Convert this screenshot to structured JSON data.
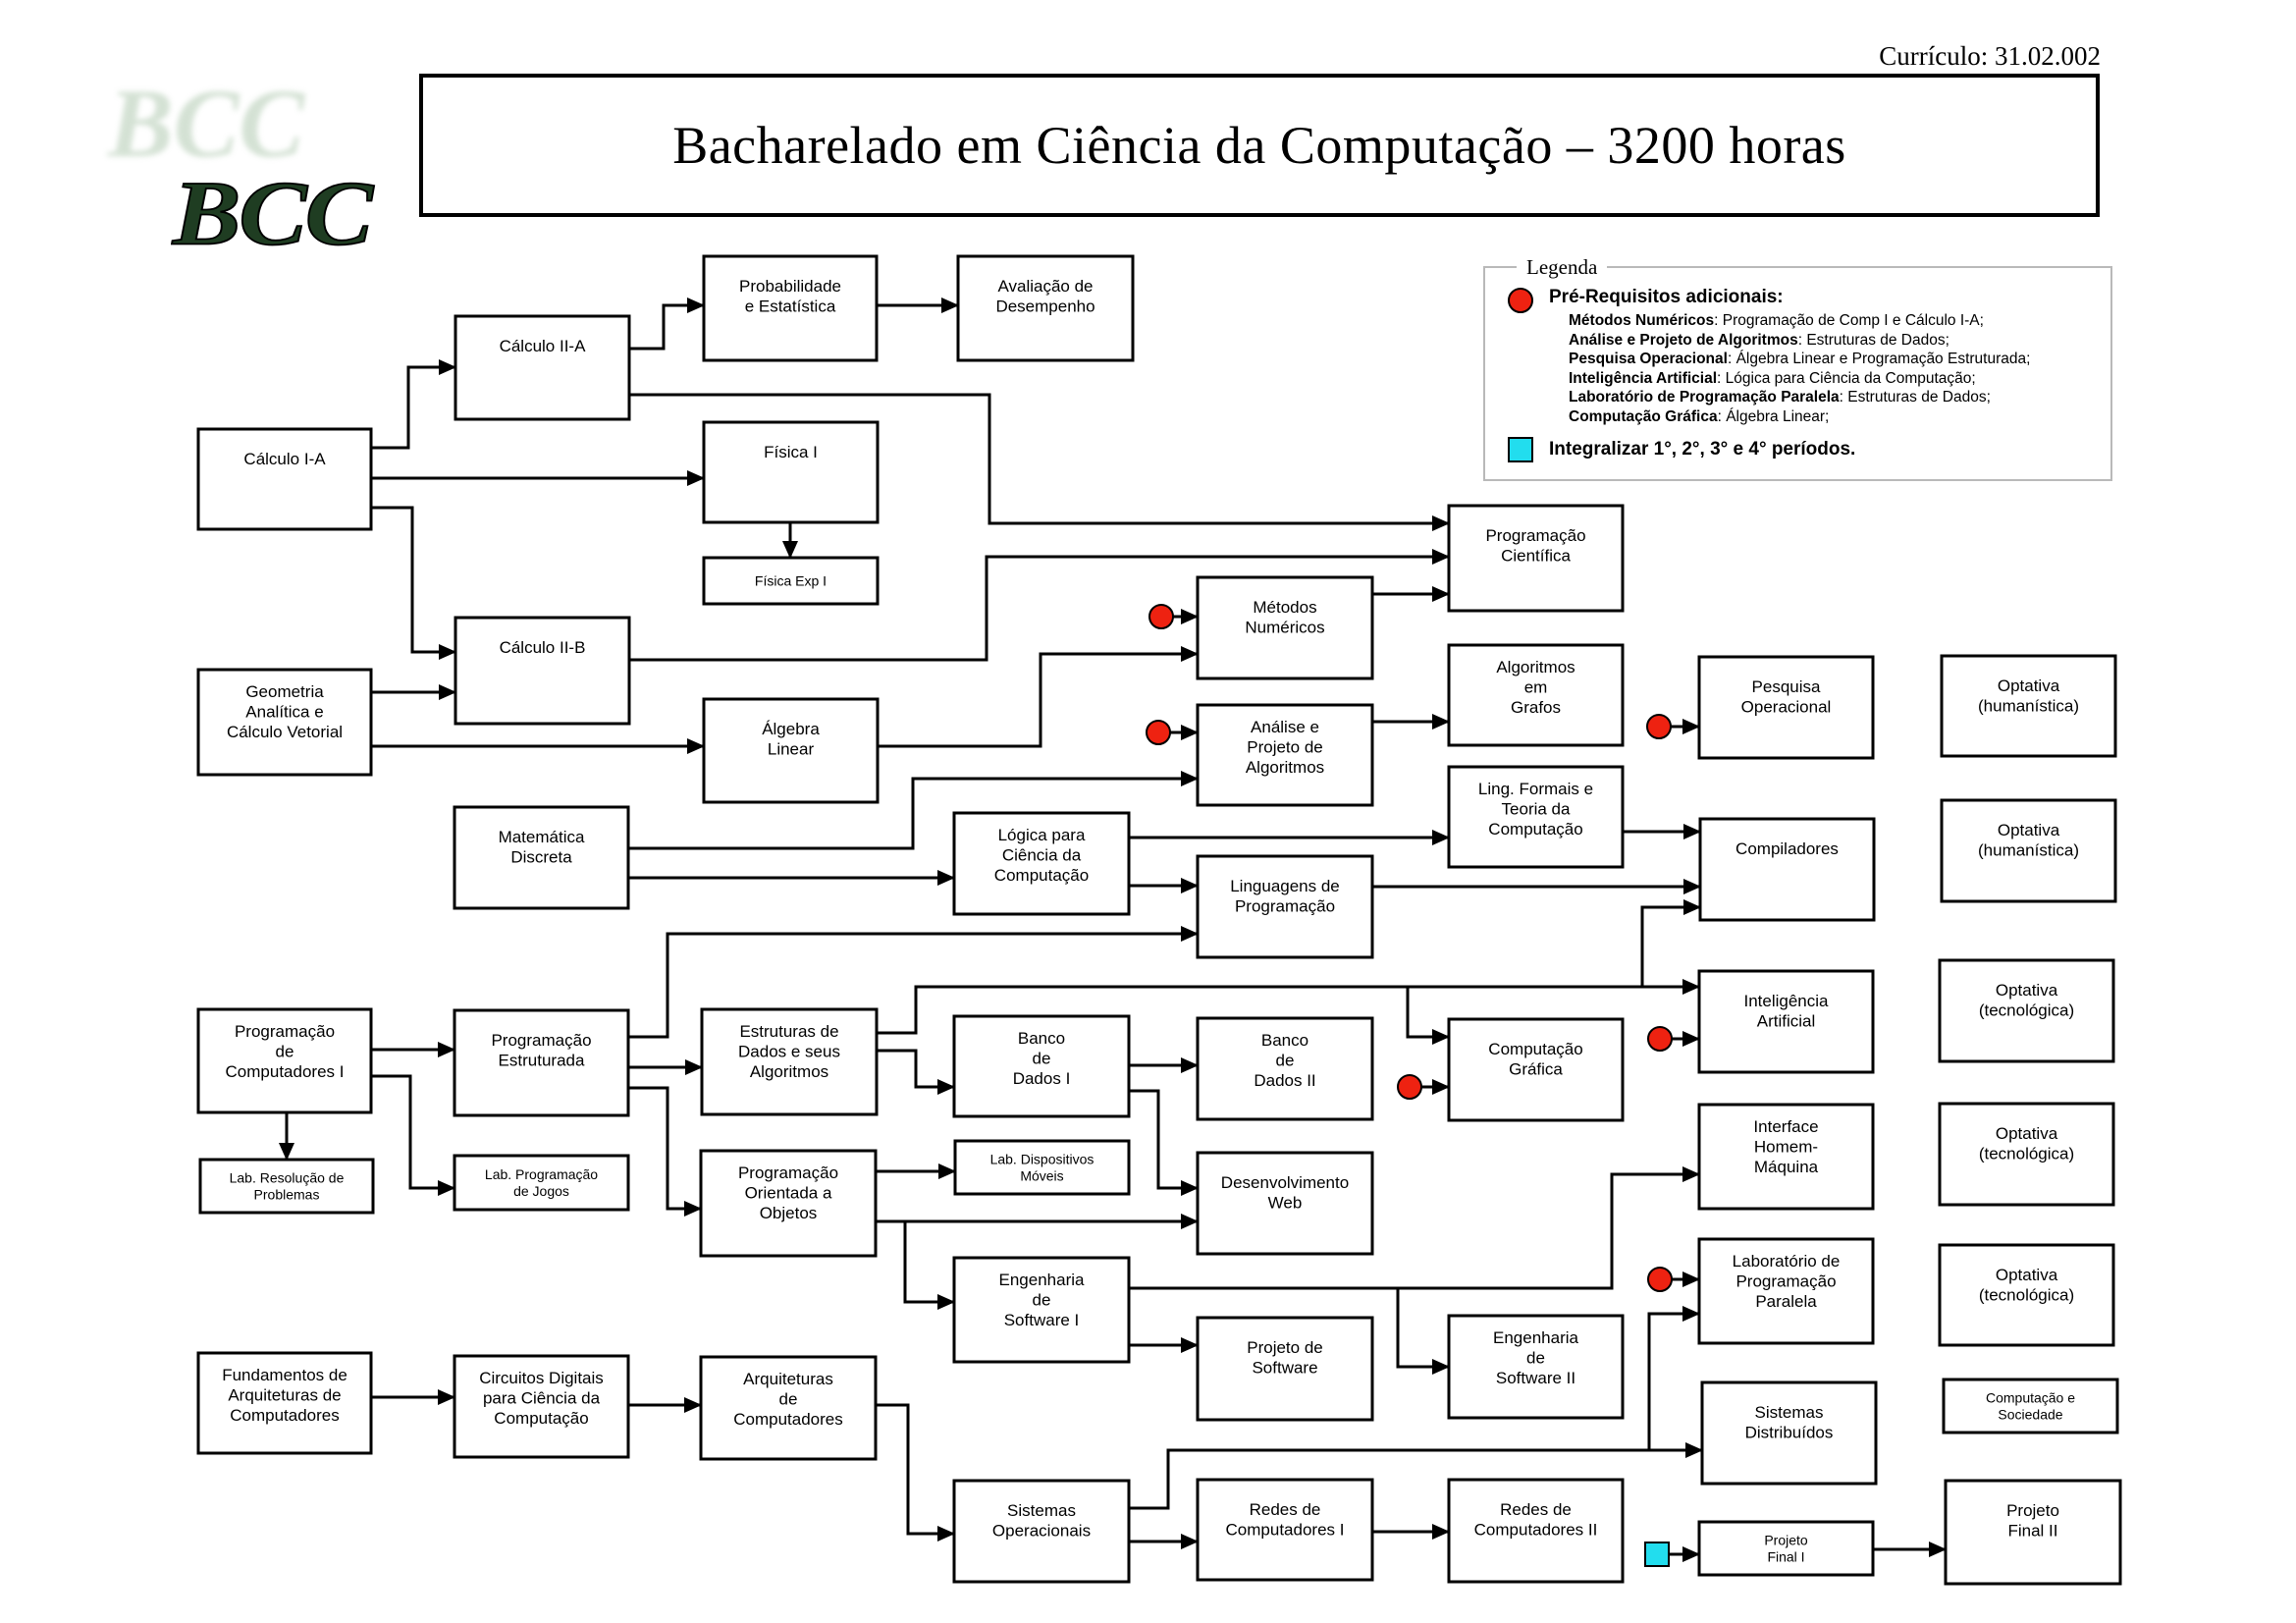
{
  "curriculo": "Currículo: 31.02.002",
  "logo": "BCC",
  "title": "Bacharelado em Ciência da Computação – 3200 horas",
  "legend": {
    "title": "Legenda",
    "prereq_heading": "Pré-Requisitos adicionais:",
    "prereq_items": [
      {
        "course": "Métodos Numéricos",
        "requires": ": Programação de Comp I e Cálculo I-A;"
      },
      {
        "course": "Análise e Projeto de Algoritmos",
        "requires": ": Estruturas de Dados;"
      },
      {
        "course": "Pesquisa Operacional",
        "requires": ": Álgebra Linear e Programação Estruturada;"
      },
      {
        "course": "Inteligência Artificial",
        "requires": ": Lógica para Ciência da Computação;"
      },
      {
        "course": "Laboratório de Programação Paralela",
        "requires": ": Estruturas de Dados;"
      },
      {
        "course": "Computação Gráfica",
        "requires": ": Álgebra Linear;"
      }
    ],
    "integralizar": "Integralizar 1°, 2°, 3° e 4° períodos.",
    "colors": {
      "prereq_marker": "#ee2211",
      "integralizar_marker": "#22ddee"
    }
  },
  "courses": [
    {
      "id": "calculo-i-a",
      "lines": [
        "Cálculo I-A"
      ]
    },
    {
      "id": "calculo-ii-a",
      "lines": [
        "Cálculo II-A"
      ]
    },
    {
      "id": "probabilidade",
      "lines": [
        "Probabilidade",
        "e Estatística"
      ]
    },
    {
      "id": "avaliacao",
      "lines": [
        "Avaliação de",
        "Desempenho"
      ]
    },
    {
      "id": "fisica-i",
      "lines": [
        "Física I"
      ]
    },
    {
      "id": "fisica-exp-i",
      "lines": [
        "Física Exp I"
      ]
    },
    {
      "id": "calculo-ii-b",
      "lines": [
        "Cálculo II-B"
      ]
    },
    {
      "id": "geometria",
      "lines": [
        "Geometria",
        "Analítica e",
        "Cálculo Vetorial"
      ]
    },
    {
      "id": "algebra-linear",
      "lines": [
        "Álgebra",
        "Linear"
      ]
    },
    {
      "id": "programacao-cientifica",
      "lines": [
        "Programação",
        "Científica"
      ]
    },
    {
      "id": "metodos-numericos",
      "lines": [
        "Métodos",
        "Numéricos"
      ]
    },
    {
      "id": "analise-projeto-algoritmos",
      "lines": [
        "Análise e",
        "Projeto de",
        "Algoritmos"
      ]
    },
    {
      "id": "algoritmos-grafos",
      "lines": [
        "Algoritmos",
        "em",
        "Grafos"
      ]
    },
    {
      "id": "pesquisa-operacional",
      "lines": [
        "Pesquisa",
        "Operacional"
      ]
    },
    {
      "id": "optativa-humanistica-1",
      "lines": [
        "Optativa",
        "(humanística)"
      ]
    },
    {
      "id": "matematica-discreta",
      "lines": [
        "Matemática",
        "Discreta"
      ]
    },
    {
      "id": "logica",
      "lines": [
        "Lógica para",
        "Ciência da",
        "Computação"
      ]
    },
    {
      "id": "ling-formais",
      "lines": [
        "Ling. Formais e",
        "Teoria da",
        "Computação"
      ]
    },
    {
      "id": "linguagens-programacao",
      "lines": [
        "Linguagens de",
        "Programação"
      ]
    },
    {
      "id": "compiladores",
      "lines": [
        "Compiladores"
      ]
    },
    {
      "id": "optativa-humanistica-2",
      "lines": [
        "Optativa",
        "(humanística)"
      ]
    },
    {
      "id": "programacao-computadores-i",
      "lines": [
        "Programação",
        "de",
        "Computadores I"
      ]
    },
    {
      "id": "programacao-estruturada",
      "lines": [
        "Programação",
        "Estruturada"
      ]
    },
    {
      "id": "estruturas-dados",
      "lines": [
        "Estruturas de",
        "Dados e seus",
        "Algoritmos"
      ]
    },
    {
      "id": "banco-dados-i",
      "lines": [
        "Banco",
        "de",
        "Dados I"
      ]
    },
    {
      "id": "banco-dados-ii",
      "lines": [
        "Banco",
        "de",
        "Dados II"
      ]
    },
    {
      "id": "computacao-grafica",
      "lines": [
        "Computação",
        "Gráfica"
      ]
    },
    {
      "id": "inteligencia-artificial",
      "lines": [
        "Inteligência",
        "Artificial"
      ]
    },
    {
      "id": "optativa-tecnologica-1",
      "lines": [
        "Optativa",
        "(tecnológica)"
      ]
    },
    {
      "id": "lab-resolucao",
      "lines": [
        "Lab. Resolução de",
        "Problemas"
      ]
    },
    {
      "id": "lab-jogos",
      "lines": [
        "Lab. Programação",
        "de Jogos"
      ]
    },
    {
      "id": "poo",
      "lines": [
        "Programação",
        "Orientada a",
        "Objetos"
      ]
    },
    {
      "id": "lab-dispositivos",
      "lines": [
        "Lab. Dispositivos",
        "Móveis"
      ]
    },
    {
      "id": "desenvolvimento-web",
      "lines": [
        "Desenvolvimento",
        "Web"
      ]
    },
    {
      "id": "interface-homem-maquina",
      "lines": [
        "Interface",
        "Homem-",
        "Máquina"
      ]
    },
    {
      "id": "optativa-tecnologica-2",
      "lines": [
        "Optativa",
        "(tecnológica)"
      ]
    },
    {
      "id": "engenharia-software-i",
      "lines": [
        "Engenharia",
        "de",
        "Software I"
      ]
    },
    {
      "id": "projeto-software",
      "lines": [
        "Projeto de",
        "Software"
      ]
    },
    {
      "id": "engenharia-software-ii",
      "lines": [
        "Engenharia",
        "de",
        "Software II"
      ]
    },
    {
      "id": "lab-programacao-paralela",
      "lines": [
        "Laboratório de",
        "Programação",
        "Paralela"
      ]
    },
    {
      "id": "optativa-tecnologica-3",
      "lines": [
        "Optativa",
        "(tecnológica)"
      ]
    },
    {
      "id": "fundamentos-arquiteturas",
      "lines": [
        "Fundamentos de",
        "Arquiteturas  de",
        "Computadores"
      ]
    },
    {
      "id": "circuitos-digitais",
      "lines": [
        "Circuitos Digitais",
        "para Ciência da",
        "Computação"
      ]
    },
    {
      "id": "arquiteturas",
      "lines": [
        "Arquiteturas",
        "de",
        "Computadores"
      ]
    },
    {
      "id": "sistemas-distribuidos",
      "lines": [
        "Sistemas",
        "Distribuídos"
      ]
    },
    {
      "id": "computacao-sociedade",
      "lines": [
        "Computação e",
        "Sociedade"
      ]
    },
    {
      "id": "sistemas-operacionais",
      "lines": [
        "Sistemas",
        "Operacionais"
      ]
    },
    {
      "id": "redes-i",
      "lines": [
        "Redes de",
        "Computadores I"
      ]
    },
    {
      "id": "redes-ii",
      "lines": [
        "Redes de",
        "Computadores II"
      ]
    },
    {
      "id": "projeto-final-i",
      "lines": [
        "Projeto",
        "Final I"
      ]
    },
    {
      "id": "projeto-final-ii",
      "lines": [
        "Projeto",
        "Final II"
      ]
    }
  ],
  "edges": [
    {
      "from": "calculo-i-a",
      "to": "calculo-ii-a"
    },
    {
      "from": "calculo-i-a",
      "to": "fisica-i"
    },
    {
      "from": "calculo-i-a",
      "to": "calculo-ii-b"
    },
    {
      "from": "calculo-ii-a",
      "to": "probabilidade"
    },
    {
      "from": "calculo-ii-a",
      "to": "programacao-cientifica"
    },
    {
      "from": "probabilidade",
      "to": "avaliacao"
    },
    {
      "from": "fisica-i",
      "to": "fisica-exp-i"
    },
    {
      "from": "calculo-ii-b",
      "to": "programacao-cientifica"
    },
    {
      "from": "geometria",
      "to": "calculo-ii-b"
    },
    {
      "from": "geometria",
      "to": "algebra-linear"
    },
    {
      "from": "algebra-linear",
      "to": "metodos-numericos"
    },
    {
      "from": "metodos-numericos",
      "to": "programacao-cientifica"
    },
    {
      "from": "analise-projeto-algoritmos",
      "to": "algoritmos-grafos"
    },
    {
      "from": "matematica-discreta",
      "to": "analise-projeto-algoritmos"
    },
    {
      "from": "matematica-discreta",
      "to": "logica"
    },
    {
      "from": "logica",
      "to": "ling-formais"
    },
    {
      "from": "logica",
      "to": "linguagens-programacao"
    },
    {
      "from": "ling-formais",
      "to": "compiladores"
    },
    {
      "from": "linguagens-programacao",
      "to": "compiladores"
    },
    {
      "from": "programacao-computadores-i",
      "to": "programacao-estruturada"
    },
    {
      "from": "programacao-computadores-i",
      "to": "lab-resolucao"
    },
    {
      "from": "programacao-computadores-i",
      "to": "lab-jogos"
    },
    {
      "from": "programacao-estruturada",
      "to": "linguagens-programacao"
    },
    {
      "from": "programacao-estruturada",
      "to": "estruturas-dados"
    },
    {
      "from": "programacao-estruturada",
      "to": "poo"
    },
    {
      "from": "estruturas-dados",
      "to": "banco-dados-i"
    },
    {
      "from": "estruturas-dados",
      "to": "inteligencia-artificial"
    },
    {
      "from": "estruturas-dados",
      "to": "computacao-grafica"
    },
    {
      "from": "estruturas-dados",
      "to": "compiladores"
    },
    {
      "from": "banco-dados-i",
      "to": "banco-dados-ii"
    },
    {
      "from": "banco-dados-i",
      "to": "desenvolvimento-web"
    },
    {
      "from": "poo",
      "to": "lab-dispositivos"
    },
    {
      "from": "poo",
      "to": "desenvolvimento-web"
    },
    {
      "from": "poo",
      "to": "engenharia-software-i"
    },
    {
      "from": "engenharia-software-i",
      "to": "interface-homem-maquina"
    },
    {
      "from": "engenharia-software-i",
      "to": "projeto-software"
    },
    {
      "from": "engenharia-software-i",
      "to": "engenharia-software-ii"
    },
    {
      "from": "fundamentos-arquiteturas",
      "to": "circuitos-digitais"
    },
    {
      "from": "circuitos-digitais",
      "to": "arquiteturas"
    },
    {
      "from": "arquiteturas",
      "to": "sistemas-operacionais"
    },
    {
      "from": "sistemas-operacionais",
      "to": "sistemas-distribuidos"
    },
    {
      "from": "sistemas-operacionais",
      "to": "lab-programacao-paralela"
    },
    {
      "from": "sistemas-operacionais",
      "to": "redes-i"
    },
    {
      "from": "redes-i",
      "to": "redes-ii"
    },
    {
      "from": "projeto-final-i",
      "to": "projeto-final-ii"
    }
  ],
  "markers": [
    {
      "kind": "prereq",
      "to": "metodos-numericos"
    },
    {
      "kind": "prereq",
      "to": "analise-projeto-algoritmos"
    },
    {
      "kind": "prereq",
      "to": "pesquisa-operacional"
    },
    {
      "kind": "prereq",
      "to": "inteligencia-artificial"
    },
    {
      "kind": "prereq",
      "to": "computacao-grafica"
    },
    {
      "kind": "prereq",
      "to": "lab-programacao-paralela"
    },
    {
      "kind": "integralizar",
      "to": "projeto-final-i"
    }
  ]
}
